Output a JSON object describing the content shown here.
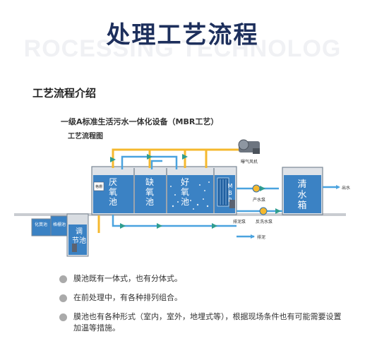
{
  "title": "处理工艺流程",
  "watermark": "ROCESSING TECHNOLOG",
  "section_heading": "工艺流程介绍",
  "diagram": {
    "title": "一级A标准生活污水一体化设备（MBR工艺）",
    "subtitle": "工艺流程图",
    "tanks": {
      "anaerobic": "厌氧池",
      "anoxic": "缺氧池",
      "aerobic": "好氧池",
      "mbr": "MBR",
      "clear": "清水箱",
      "regulating": "调节池",
      "septic": "化粪池",
      "grille": "格栅池",
      "grating": "格栅"
    },
    "equipment": {
      "blower": "曝气风机",
      "product_pump": "产水泵",
      "backwash_pump": "反洗水泵",
      "sludge_pump": "排泥泵"
    },
    "flows": {
      "outlet": "出水",
      "sludge": "排泥"
    }
  },
  "bullets": [
    "膜池既有一体式，也有分体式。",
    "在前处理中，有各种排列组合。",
    "膜池也有各种形式（室内，室外，地埋式等），根据现场条件也有可能需要设置加温等措施。"
  ],
  "colors": {
    "title": "#1d2f5c",
    "water": "#3b82c4",
    "yellow_pipe": "#f5b82e",
    "blue_pipe": "#4aa3df"
  }
}
